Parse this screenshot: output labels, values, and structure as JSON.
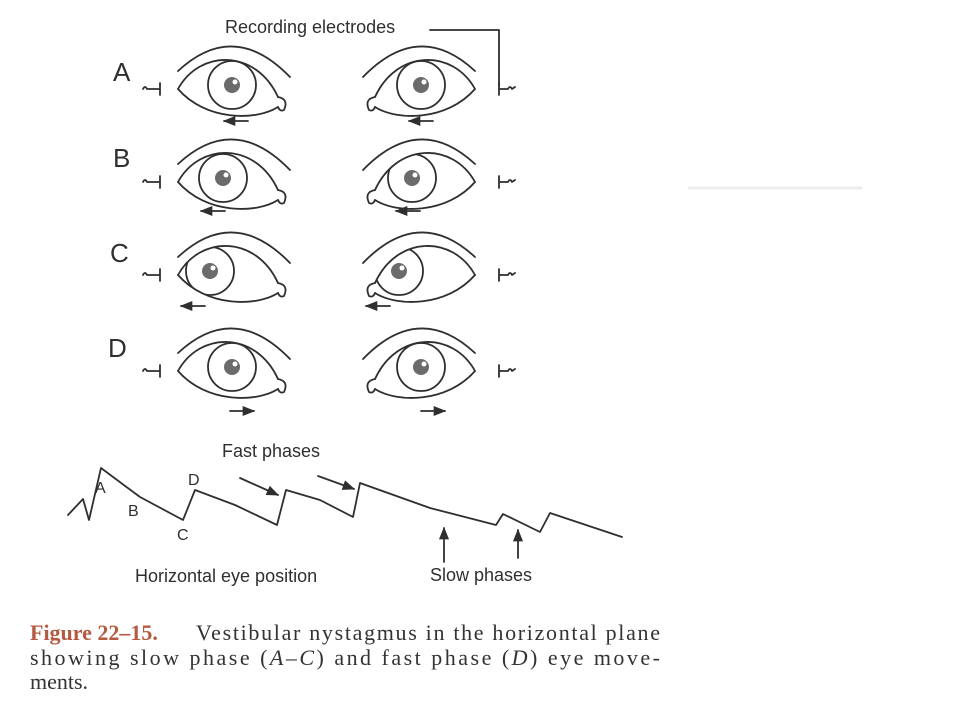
{
  "figure": {
    "electrode_label": "Recording electrodes",
    "rows": [
      {
        "label": "A",
        "gaze": "center",
        "movement_arrow": "left"
      },
      {
        "label": "B",
        "gaze": "slightly-left",
        "movement_arrow": "left"
      },
      {
        "label": "C",
        "gaze": "far-left",
        "movement_arrow": "left"
      },
      {
        "label": "D",
        "gaze": "center",
        "movement_arrow": "right"
      }
    ],
    "trace": {
      "labels": [
        "A",
        "B",
        "C",
        "D"
      ],
      "fast_phase_label": "Fast phases",
      "slow_phase_label": "Slow phases",
      "axis_label": "Horizontal eye position"
    }
  },
  "caption": {
    "figure_number": "Figure 22–15.",
    "line1": "Vestibular nystagmus in the horizontal plane",
    "line2_parts": [
      "showing slow phase (",
      "A–C",
      ") and fast phase (",
      "D",
      ") eye move-"
    ],
    "line3": "ments."
  },
  "colors": {
    "ink": "#2f2f2f",
    "pupil": "#6b6b6b",
    "caption_label": "#b55a41"
  }
}
